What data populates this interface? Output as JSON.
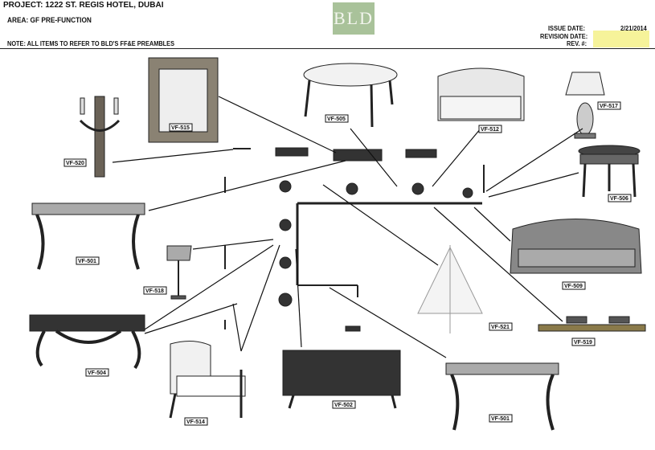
{
  "header": {
    "project": "PROJECT: 1222 ST. REGIS HOTEL, DUBAI",
    "area": "AREA: GF PRE-FUNCTION",
    "note": "NOTE: ALL ITEMS TO REFER TO BLD'S FF&E PREAMBLES",
    "logo": "BLD",
    "issue_date_label": "ISSUE DATE:",
    "issue_date": "2/21/2014",
    "revision_date_label": "REVISION DATE:",
    "rev_label": "REV. #:"
  },
  "items": [
    {
      "code": "VF-520",
      "name": "wall-sconce"
    },
    {
      "code": "VF-515",
      "name": "mirror"
    },
    {
      "code": "VF-505",
      "name": "round-table"
    },
    {
      "code": "VF-512",
      "name": "settee"
    },
    {
      "code": "VF-517",
      "name": "table-lamp"
    },
    {
      "code": "VF-506",
      "name": "side-table"
    },
    {
      "code": "VF-501",
      "name": "console-table"
    },
    {
      "code": "VF-518",
      "name": "floor-lamp"
    },
    {
      "code": "VF-509",
      "name": "sofa"
    },
    {
      "code": "VF-521",
      "name": "chandelier"
    },
    {
      "code": "VF-519",
      "name": "picture-light"
    },
    {
      "code": "VF-504",
      "name": "desk"
    },
    {
      "code": "VF-514",
      "name": "armchair"
    },
    {
      "code": "VF-502",
      "name": "chest"
    },
    {
      "code": "VF-501",
      "name": "console-table-2"
    }
  ]
}
